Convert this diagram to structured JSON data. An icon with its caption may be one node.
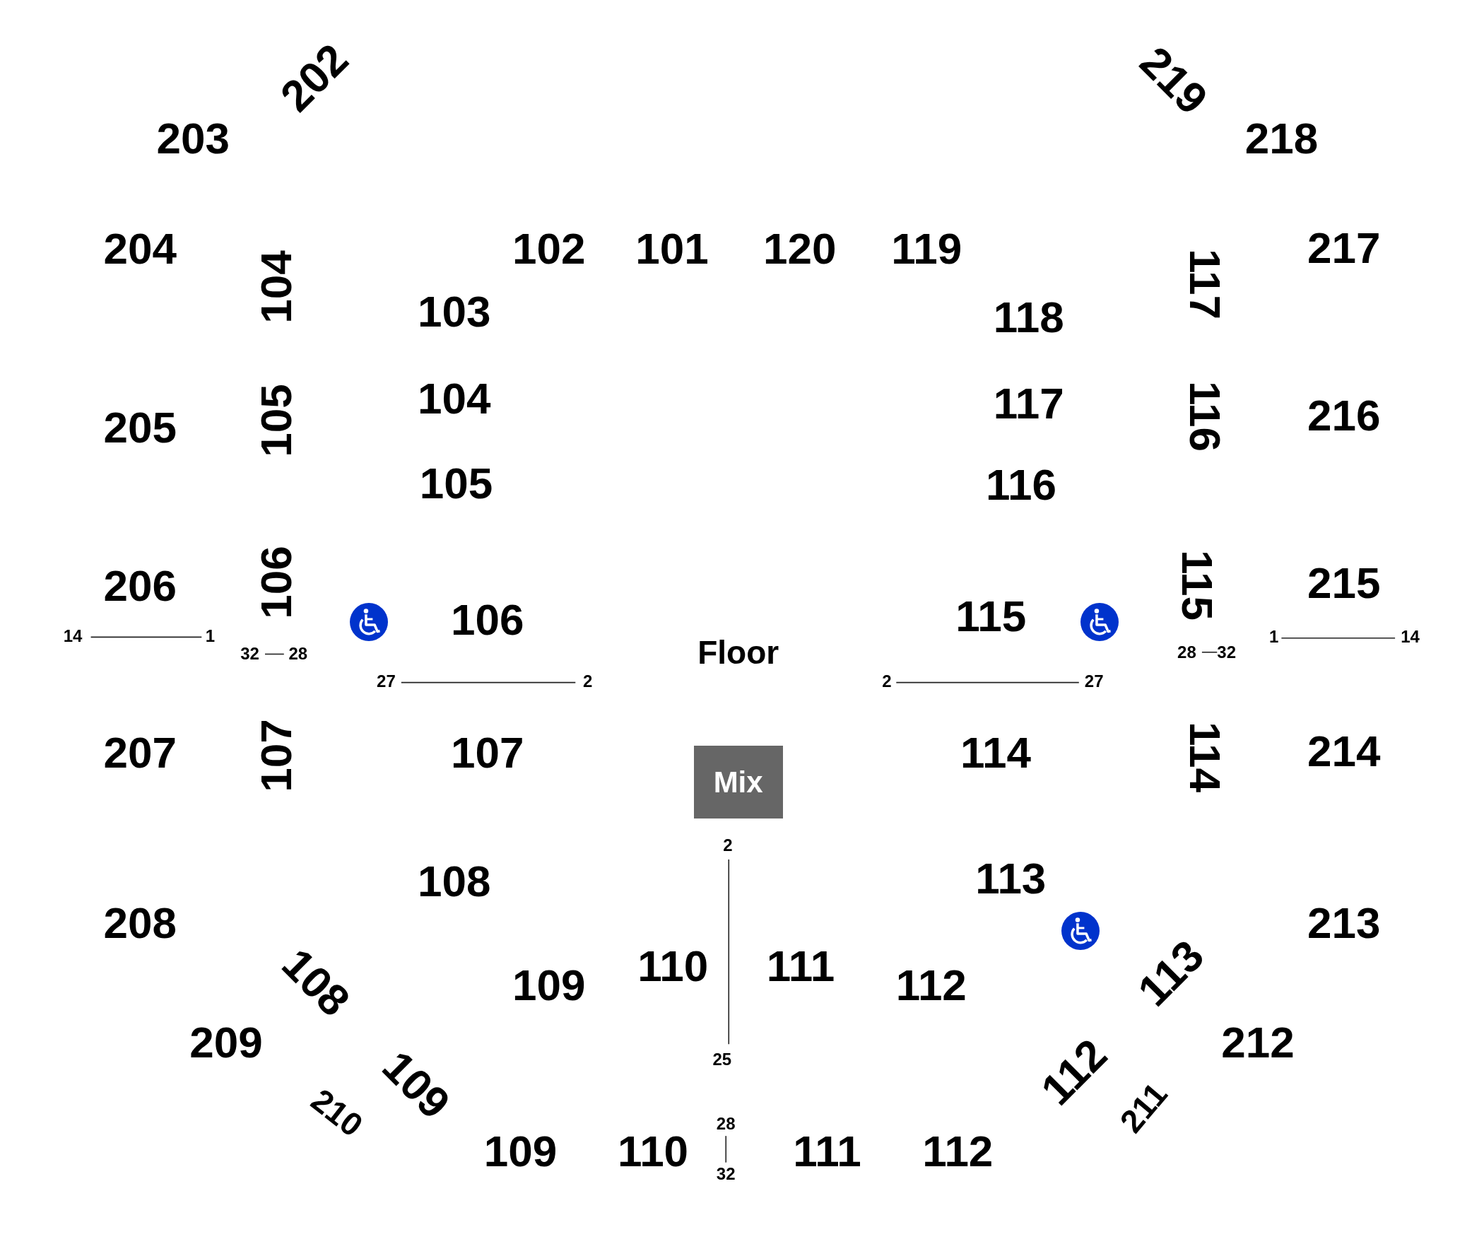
{
  "diagram": {
    "nodes": [
      {
        "text": [
          "Mix"
        ]
      }
    ],
    "edges": [],
    "labels": [
      "202",
      "219",
      "203",
      "218",
      "204",
      "104",
      "102",
      "101",
      "120",
      "119",
      "117",
      "217",
      "103",
      "118",
      "104",
      "117",
      "205",
      "105",
      "116",
      "216",
      "105",
      "116",
      "206",
      "106",
      "115",
      "215",
      "106",
      "115",
      "14",
      "1",
      "1",
      "14",
      "32",
      "28",
      "Floor",
      "28",
      "32",
      "27",
      "2",
      "2",
      "27",
      "207",
      "107",
      "107",
      "114",
      "114",
      "214",
      "2",
      "108",
      "113",
      "208",
      "213",
      "108",
      "109",
      "110",
      "111",
      "112",
      "113",
      "209",
      "25",
      "212",
      "210",
      "109",
      "112",
      "211",
      "28",
      "109",
      "110",
      "111",
      "112",
      "32"
    ]
  }
}
